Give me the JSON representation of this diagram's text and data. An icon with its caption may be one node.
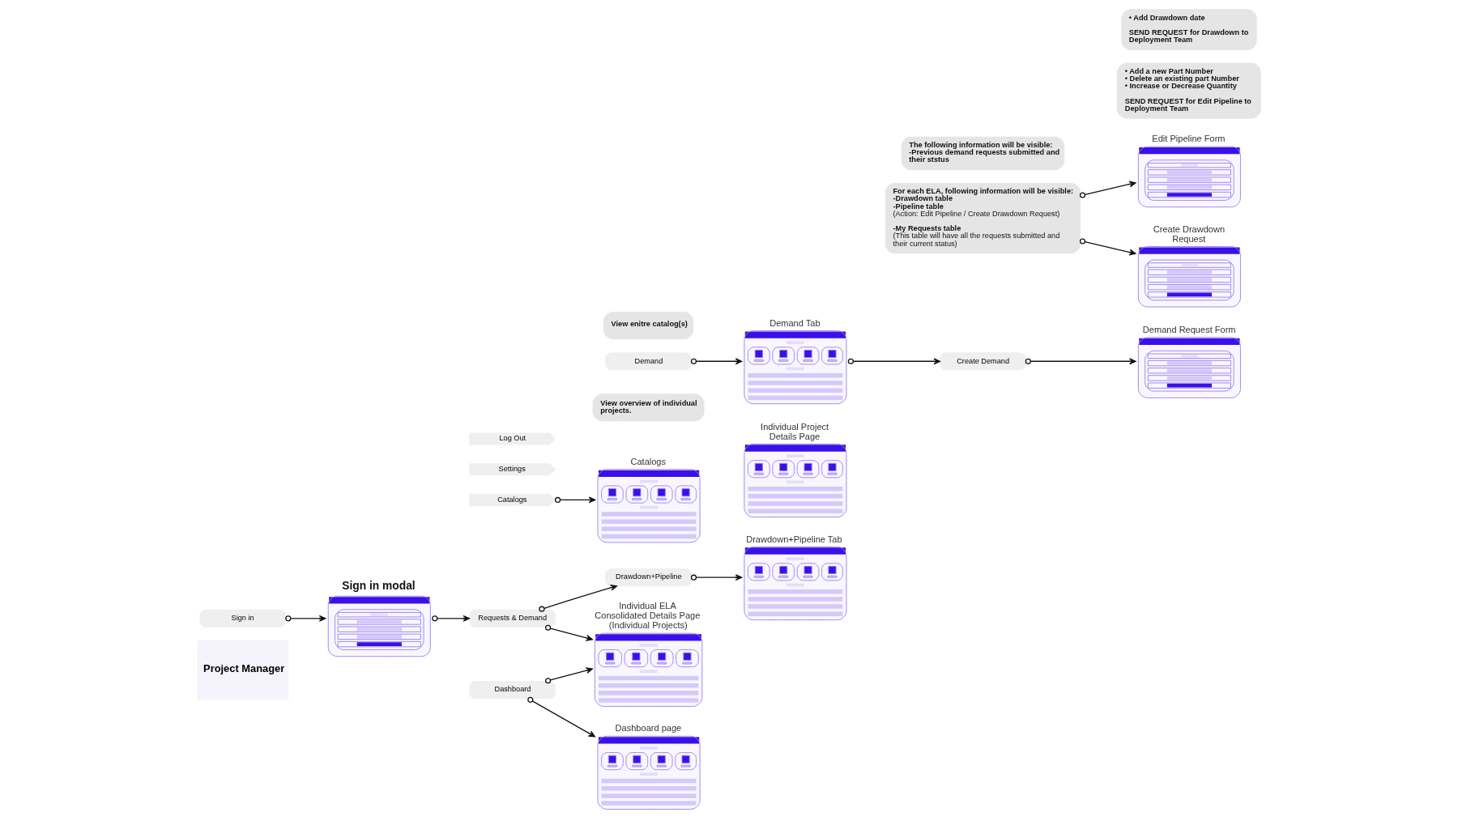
{
  "diagram": {
    "nodes": [
      {
        "text": [
          "Project Manager"
        ]
      },
      {
        "text": [
          "Sign in"
        ]
      },
      {
        "text": [
          "Sign in modal"
        ]
      },
      {
        "text": [
          "Dashboard"
        ]
      },
      {
        "text": [
          "Requests & Demand"
        ]
      },
      {
        "text": [
          "Catalogs"
        ]
      },
      {
        "text": [
          "Settings"
        ]
      },
      {
        "text": [
          "Log Out"
        ]
      },
      {
        "text": [
          "Individual ELA Consolidated Details Page (Individual Projects)"
        ]
      },
      {
        "text": [
          "Individual Project Details Page"
        ]
      },
      {
        "text": [
          "Dashboard page"
        ]
      },
      {
        "text": [
          "View overview of individual projects."
        ]
      },
      {
        "text": [
          "Drawdown+Pipeline"
        ]
      },
      {
        "text": [
          "Demand"
        ]
      },
      {
        "text": [
          "Drawdown+Pipeline Tab"
        ]
      },
      {
        "text": [
          "For each ELA, following information will be visible:",
          "-Drawdown table",
          "-Pipeline table",
          "(Action: Edit Pipeline / Create Drawdown Request)",
          "-My Requests table",
          "(This table will have all the requests submitted and their current status)"
        ]
      },
      {
        "text": [
          "Edit Pipeline Form"
        ]
      },
      {
        "text": [
          "• Add a new Part Number",
          "• Delete an existing part Number",
          "• Increase or Decrease Quantity",
          "SEND REQUEST for Edit Pipeline to Deployment Team"
        ]
      },
      {
        "text": [
          "Create Drawdown Request"
        ]
      },
      {
        "text": [
          "• Add Drawdown date",
          "SEND REQUEST for Drawdown to Deployment Team"
        ]
      },
      {
        "text": [
          "Demand Tab"
        ]
      },
      {
        "text": [
          "The following information will be visible:",
          "-Previous demand requests submitted and their ststus"
        ]
      },
      {
        "text": [
          "Create Demand"
        ]
      },
      {
        "text": [
          "Demand Request Form"
        ]
      },
      {
        "text": [
          "Catalogs"
        ]
      },
      {
        "text": [
          "View enitre catalog(s)"
        ]
      }
    ],
    "edges": [
      {
        "from": 1,
        "to": 2,
        "arrow": "to"
      },
      {
        "from": 2,
        "to": 4,
        "arrow": "to"
      },
      {
        "from": 3,
        "to": 8,
        "arrow": "to"
      },
      {
        "from": 4,
        "to": 8,
        "arrow": "to"
      },
      {
        "from": 3,
        "to": 10,
        "arrow": "to"
      },
      {
        "from": 4,
        "to": 12,
        "arrow": "to"
      },
      {
        "from": 5,
        "to": 24,
        "arrow": "to"
      },
      {
        "from": 12,
        "to": 14,
        "arrow": "to"
      },
      {
        "from": 13,
        "to": 20,
        "arrow": "to"
      },
      {
        "from": 15,
        "to": 16,
        "arrow": "to"
      },
      {
        "from": 15,
        "to": 18,
        "arrow": "to"
      },
      {
        "from": 20,
        "to": 22,
        "arrow": "to"
      },
      {
        "from": 22,
        "to": 23,
        "arrow": "to"
      }
    ]
  }
}
